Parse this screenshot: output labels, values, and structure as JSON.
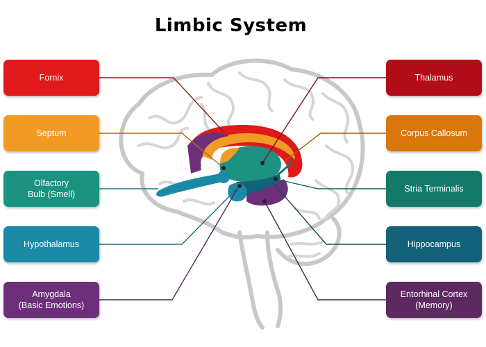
{
  "title": "Limbic System",
  "labels": {
    "fornix": {
      "text": "Fornix",
      "color": "#e01a1a"
    },
    "septum": {
      "text": "Septum",
      "color": "#f39a24"
    },
    "olfactory": {
      "text": "Olfactory\nBulb (Smell)",
      "color": "#1b9380"
    },
    "hypothalamus": {
      "text": "Hypothalamus",
      "color": "#1b8aa6"
    },
    "amygdala": {
      "text": "Amygdala\n(Basic Emotions)",
      "color": "#6d2f79"
    },
    "thalamus": {
      "text": "Thalamus",
      "color": "#b10d18"
    },
    "corpus": {
      "text": "Corpus Callosum",
      "color": "#d9760d"
    },
    "stria": {
      "text": "Stria Terminalis",
      "color": "#137a6b"
    },
    "hippocampus": {
      "text": "Hippocampus",
      "color": "#14627a"
    },
    "entorhinal": {
      "text": "Entorhinal Cortex\n(Memory)",
      "color": "#5c2a60"
    }
  }
}
